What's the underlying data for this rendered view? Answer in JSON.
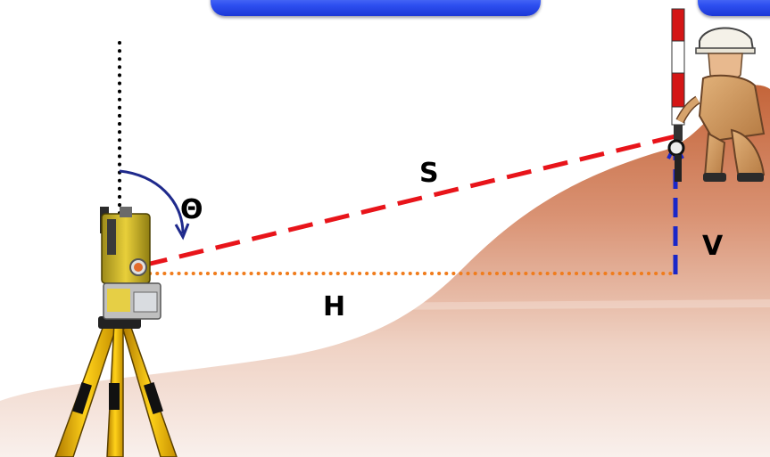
{
  "labels": {
    "slope_distance": "S",
    "zenith_angle": "Θ",
    "vertical_distance": "V",
    "horizontal_distance": "H"
  },
  "colors": {
    "slope_line": "#e8141a",
    "horizontal_line": "#f07c1c",
    "vertical_line": "#1a27c8",
    "angle_arc": "#1f2a8c",
    "hill_top": "#c96a3c",
    "hill_bottom": "#f7ece6",
    "header_tab": "#2d4ff0"
  }
}
